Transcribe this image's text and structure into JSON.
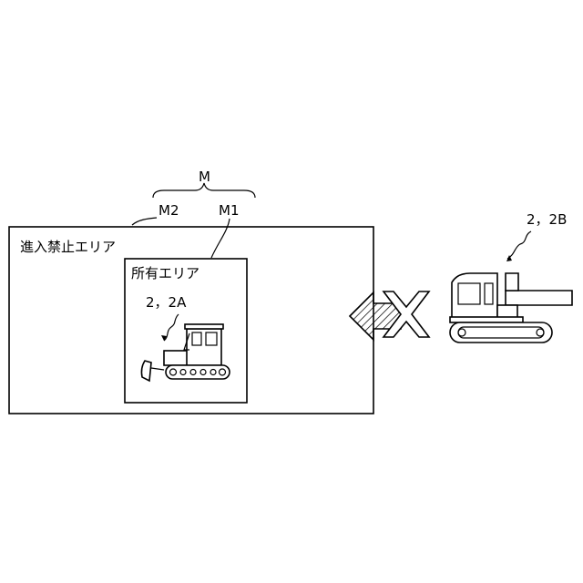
{
  "labels": {
    "group_m": "M",
    "m2": "M2",
    "m1": "M1",
    "no_entry_area": "進入禁止エリア",
    "owned_area": "所有エリア",
    "machine_a": "2，2A",
    "machine_b": "2，2B"
  },
  "icons": {
    "bulldozer": "bulldozer-icon",
    "excavator": "excavator-icon",
    "blocked_arrow": "blocked-entry-arrow-icon",
    "cross": "cross-mark-icon"
  }
}
